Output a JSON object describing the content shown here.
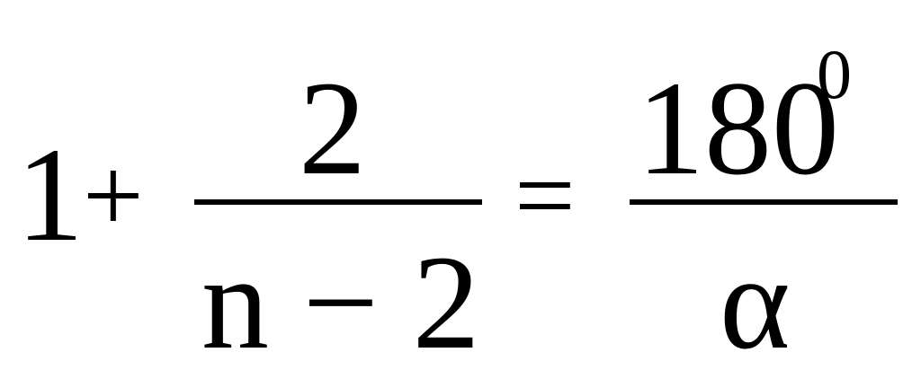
{
  "equation": {
    "lhs": {
      "constant": "1",
      "plus": "+",
      "fraction": {
        "numerator": "2",
        "denominator": "n − 2"
      }
    },
    "equals": "=",
    "rhs": {
      "fraction": {
        "numerator": "180",
        "numerator_superscript": "0",
        "denominator": "α"
      }
    }
  }
}
